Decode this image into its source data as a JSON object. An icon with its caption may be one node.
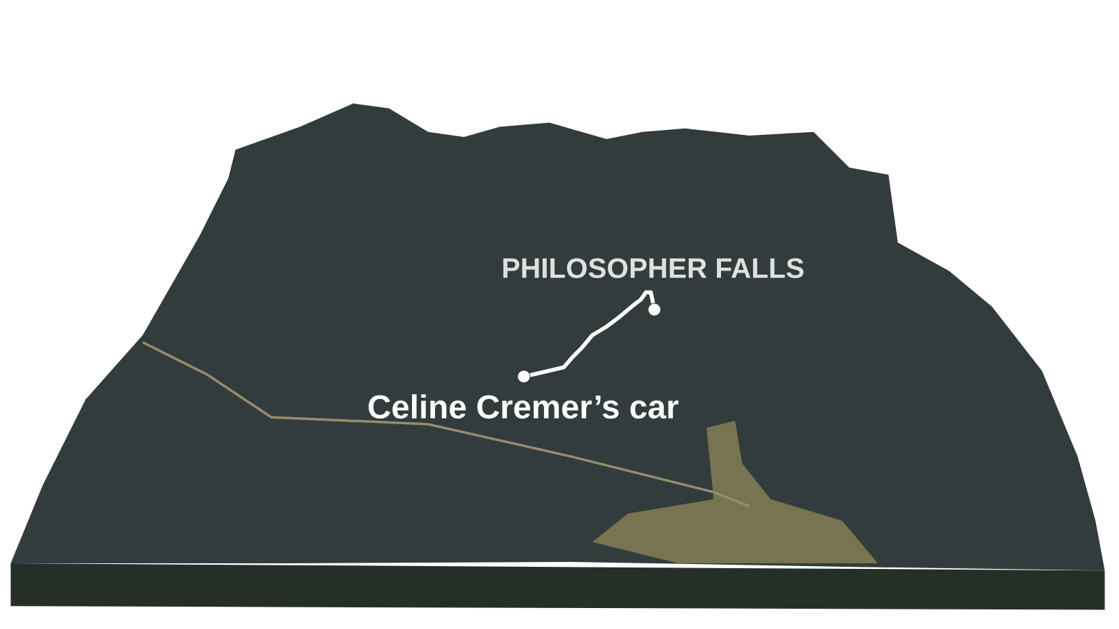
{
  "diagram": {
    "nodes": [
      {
        "text": [],
        "shape": "circle",
        "beside": [
          "Celine Cremer’s car"
        ]
      },
      {
        "text": [],
        "shape": "circle",
        "beside": [
          "PHILOSOPHER FALLS"
        ]
      }
    ],
    "edges": [
      {
        "from": 0,
        "to": 1,
        "arrow": "none"
      }
    ]
  }
}
